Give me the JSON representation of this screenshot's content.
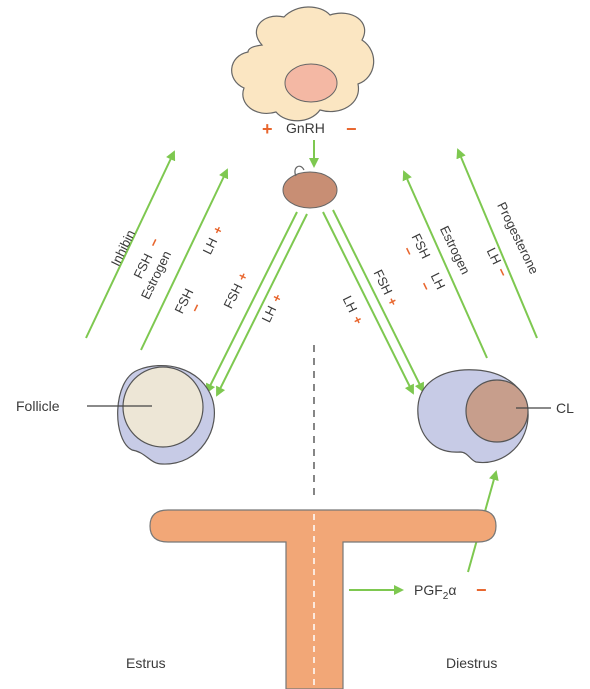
{
  "colors": {
    "arrow": "#7ec850",
    "accent": "#e8662e",
    "hypothalamus": "#fbe6c2",
    "pituitary": "#c88e74",
    "ovary": "#c7cbe6",
    "follicle": "#ede6d6",
    "corpus_luteum": "#c79e8c",
    "uterus": "#f2a777",
    "outline": "#555555"
  },
  "top": {
    "gnrh_label": "GnRH",
    "plus": "+",
    "minus": "−"
  },
  "left": {
    "follicle_label": "Follicle",
    "phase_label": "Estrus",
    "feedback_labels": [
      "Inhibin",
      "FSH",
      "Estrogen",
      "LH",
      "FSH"
    ],
    "stimulus_labels": [
      "FSH",
      "LH"
    ]
  },
  "right": {
    "cl_label": "CL",
    "phase_label": "Diestrus",
    "feedback_labels": [
      "Progesterone",
      "LH",
      "Estrogen",
      "FSH",
      "LH"
    ],
    "stimulus_labels": [
      "FSH",
      "LH"
    ]
  },
  "uterus": {
    "pgf_label": "PGF",
    "pgf_sub": "2",
    "pgf_suffix": "α"
  }
}
